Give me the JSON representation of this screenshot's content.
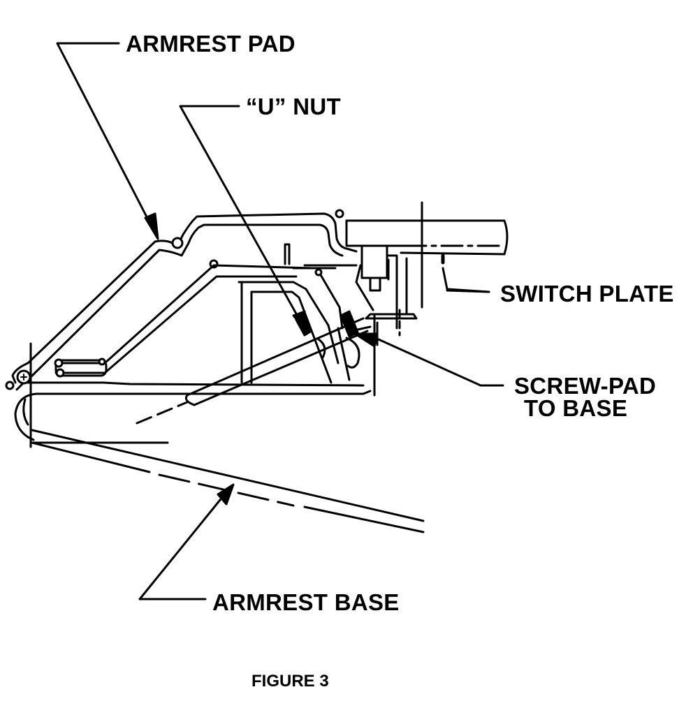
{
  "figure": {
    "caption": "FIGURE 3",
    "callouts": {
      "armrest_pad": "ARMREST PAD",
      "u_nut": "“U” NUT",
      "switch_plate": "SWITCH PLATE",
      "screw_pad_line1": "SCREW-PAD",
      "screw_pad_line2": "TO BASE",
      "armrest_base": "ARMREST BASE"
    }
  },
  "colors": {
    "ink": "#000000",
    "paper": "#ffffff"
  }
}
